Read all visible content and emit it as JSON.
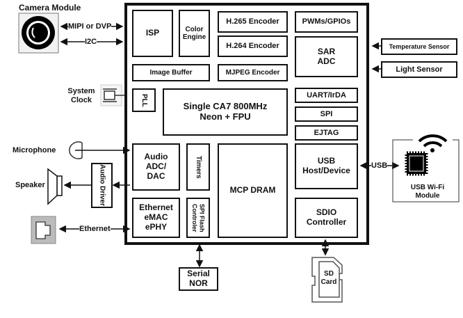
{
  "diagram": {
    "soc_blocks": {
      "isp": "ISP",
      "color_engine": "Color Engine",
      "h265": "H.265 Encoder",
      "h264": "H.264 Encoder",
      "pwm_gpio": "PWMs/GPIOs",
      "sar_adc": "SAR ADC",
      "image_buffer": "Image Buffer",
      "mjpeg": "MJPEG Encoder",
      "pll": "PLL",
      "cpu_line1": "Single CA7 800MHz",
      "cpu_line2": "Neon + FPU",
      "uart": "UART/IrDA",
      "spi": "SPI",
      "ejtag": "EJTAG",
      "audio_codec": "Audio ADC/ DAC",
      "timers": "Timers",
      "dram": "MCP DRAM",
      "usb": "USB Host/Device",
      "ethernet": "Ethernet eMAC ePHY",
      "spi_flash": "SPI Flash Controler",
      "sdio": "SDIO Controller"
    },
    "external": {
      "camera_module": "Camera Module",
      "system_clock": "System Clock",
      "microphone": "Microphone",
      "speaker": "Speaker",
      "audio_driver": "Audio Driver",
      "temperature_sensor": "Temperature Sensor",
      "light_sensor": "Light Sensor",
      "usb_wifi": "USB Wi-Fi Module",
      "serial_nor": "Serial NOR",
      "sd_card": "SD Card"
    },
    "links": {
      "mipi": "MIPI or DVP",
      "i2c": "I2C",
      "usb": "USB",
      "ethernet": "Ethernet"
    }
  }
}
